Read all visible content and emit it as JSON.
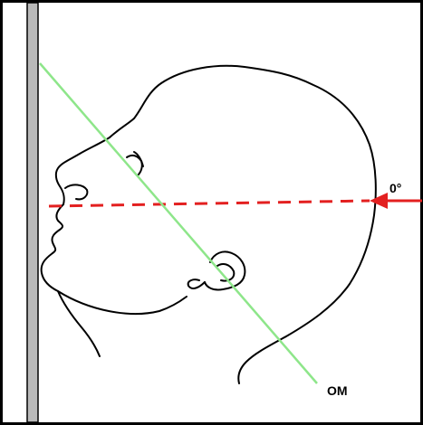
{
  "labels": {
    "angle": "0°",
    "line": "OM"
  },
  "colors": {
    "frame": "#000000",
    "plate_fill": "#b9b9b9",
    "head_outline": "#000000",
    "central_ray": "#e32020",
    "om_line": "#8ee68a"
  },
  "icons": {
    "plate": "detector-plate",
    "head": "head-profile-outline",
    "arrow": "central-ray-arrow"
  }
}
